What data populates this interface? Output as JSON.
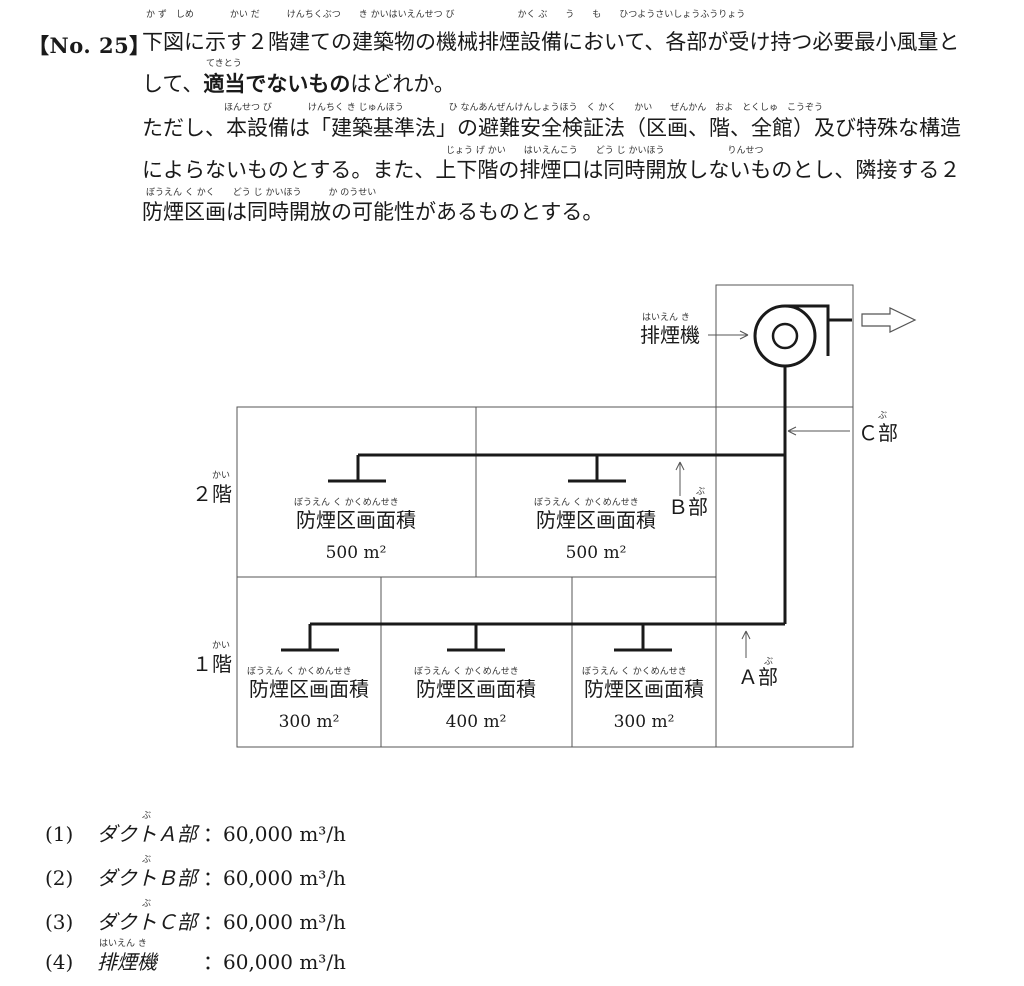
{
  "question": {
    "number": "【No. 25】",
    "lines": [
      "下図に示す２階建ての建築物の機械排煙設備において、各部が受け持つ必要最小風量と",
      "して、",
      "ただし、本設備は「建築基準法」の避難安全検証法（区画、階、全館）及び特殊な構造",
      "によらないものとする。また、上下階の排煙口は同時開放しないものとし、隣接する２",
      "防煙区画は同時開放の可能性があるものとする。"
    ],
    "line2_emphasis": "適当でないもの",
    "line2_tail": "はどれか。",
    "ruby": {
      "line1": "か ず　しめ　　　　かい だ　　　けんちくぶつ　　き かいはいえんせつ び　　　　　　　かく ぶ　　う　　も　　ひつようさいしょうふうりょう",
      "line2": "てきとう",
      "line3": "ほんせつ び　　　　けんちく き じゅんほう　　　　　ひ なんあんぜんけんしょうほう　く かく　　かい　　ぜんかん　およ　とくしゅ　こうぞう",
      "line4": "じょう げ かい　　はいえんこう　　どう じ かいほう　　　　　　　りんせつ",
      "line5": "ぼうえん く かく　　どう じ かいほう　　　か のうせい"
    }
  },
  "diagram": {
    "fan_label": "排煙機",
    "fan_ruby": "はいえん き",
    "floor2_label": "２階",
    "floor1_label": "１階",
    "floor_ruby": "かい",
    "part_a_label": "Ａ部",
    "part_b_label": "Ｂ部",
    "part_c_label": "Ｃ部",
    "part_ruby": "ぶ",
    "zone_label": "防煙区画面積",
    "zone_ruby": "ぼうえん く かくめんせき",
    "zones_floor2": [
      "500 m²",
      "500 m²"
    ],
    "zones_floor1": [
      "300 m²",
      "400 m²",
      "300 m²"
    ]
  },
  "choices": [
    {
      "num": "(1)",
      "label": "ダクトＡ部",
      "ruby": "ぶ",
      "value": "：60,000 m³/h"
    },
    {
      "num": "(2)",
      "label": "ダクトＢ部",
      "ruby": "ぶ",
      "value": "：60,000 m³/h"
    },
    {
      "num": "(3)",
      "label": "ダクトＣ部",
      "ruby": "ぶ",
      "value": "：60,000 m³/h"
    },
    {
      "num": "(4)",
      "label": "排煙機",
      "ruby": "はいえん き",
      "value": "：60,000 m³/h"
    }
  ]
}
